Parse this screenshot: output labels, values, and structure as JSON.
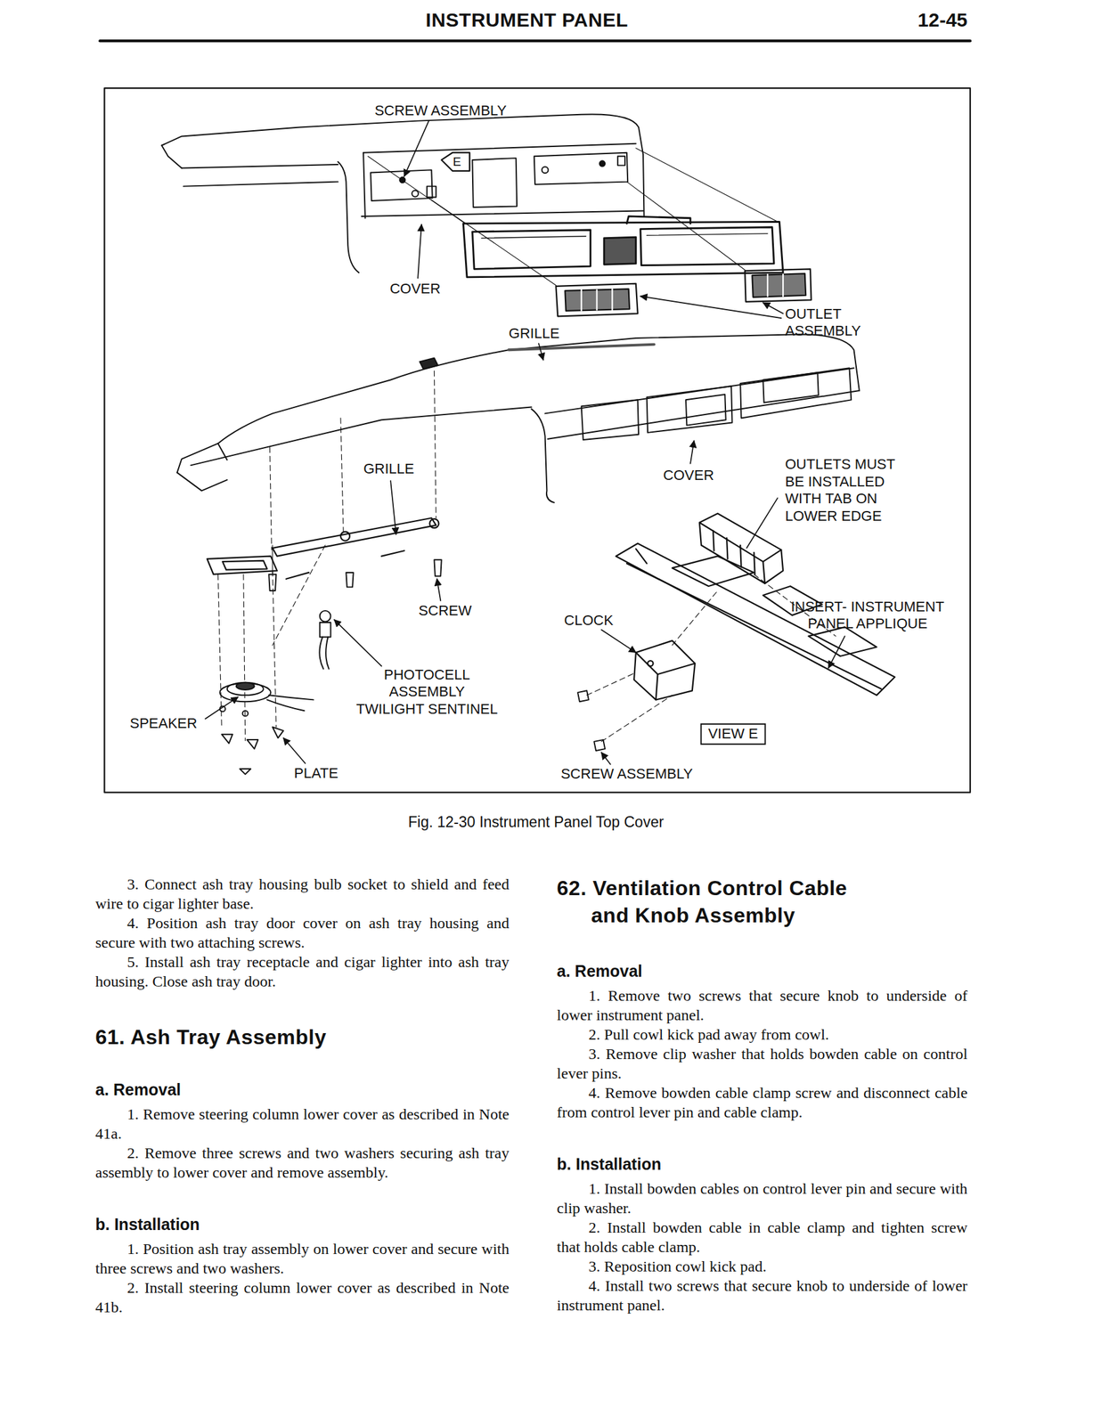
{
  "diagram": {
    "title": "INSTRUMENT PANEL",
    "caption": "Fig. 12-30 Instrument Panel Top Cover",
    "nodes": [
      {
        "text": [
          "VIEW E"
        ]
      }
    ],
    "labels": [
      "12-45",
      "SCREW ASSEMBLY",
      "E",
      "COVER",
      "GRILLE",
      "OUTLET ASSEMBLY",
      "GRILLE",
      "COVER",
      "OUTLETS MUST BE INSTALLED WITH TAB ON LOWER EDGE",
      "SCREW",
      "INSERT- INSTRUMENT PANEL APPLIQUE",
      "CLOCK",
      "PHOTOCELL ASSEMBLY TWILIGHT SENTINEL",
      "SPEAKER",
      "PLATE",
      "SCREW ASSEMBLY",
      "3. Connect ash tray housing bulb socket to shield and feed wire to cigar lighter base.",
      "4. Position ash tray door cover on ash tray housing and secure with two attaching screws.",
      "5. Install ash tray receptacle and cigar lighter into ash tray housing. Close ash tray door.",
      "61. Ash Tray Assembly",
      "a. Removal",
      "1. Remove steering column lower cover as described in Note 41a.",
      "2. Remove three screws and two washers securing ash tray assembly to lower cover and remove assembly.",
      "b. Installation",
      "1. Position ash tray assembly on lower cover and secure with three screws and two washers.",
      "2. Install steering column lower cover as described in Note 41b.",
      "62. Ventilation Control Cable and Knob Assembly",
      "a. Removal",
      "1. Remove two screws that secure knob to underside of lower instrument panel.",
      "2. Pull cowl kick pad away from cowl.",
      "3. Remove clip washer that holds bowden cable on control lever pins.",
      "4. Remove bowden cable clamp screw and disconnect cable from control lever pin and cable clamp.",
      "b. Installation",
      "1. Install bowden cables on control lever pin and secure with clip washer.",
      "2. Install bowden cable in cable clamp and tighten screw that holds cable clamp.",
      "3. Reposition cowl kick pad.",
      "4. Install two screws that secure knob to underside of lower instrument panel."
    ]
  }
}
